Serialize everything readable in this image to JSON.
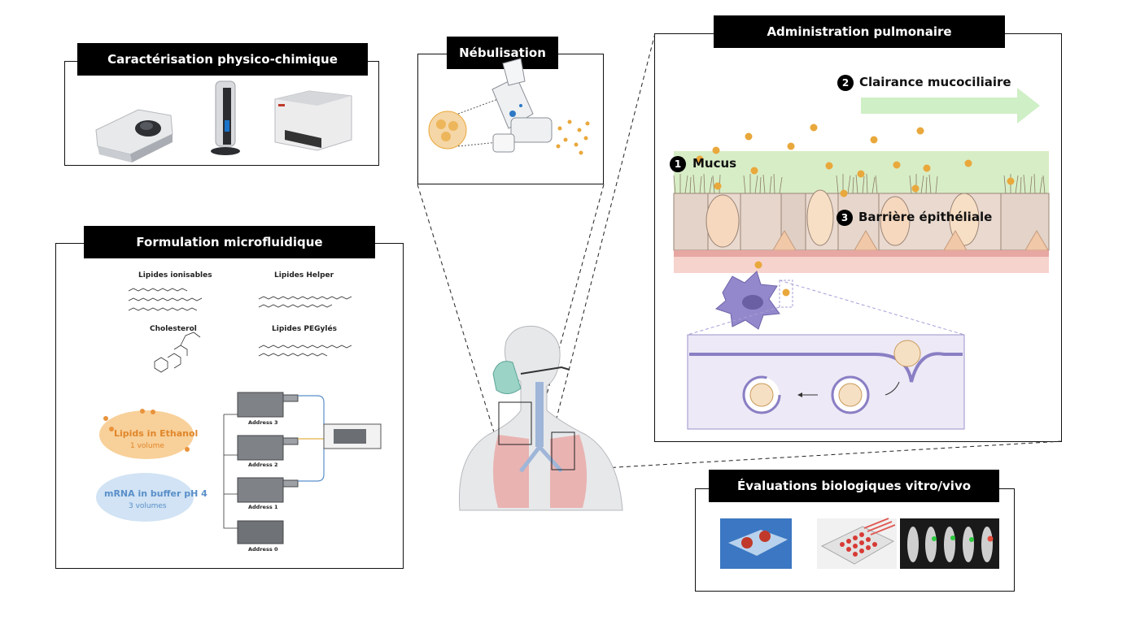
{
  "panels": {
    "physico": {
      "title": "Caractérisation physico-chimique"
    },
    "nebulisation": {
      "title": "Nébulisation"
    },
    "pulmonaire": {
      "title": "Administration pulmonaire",
      "step1_num": "1",
      "step1_label": "Mucus",
      "step2_num": "2",
      "step2_label": "Clairance mucociliaire",
      "step3_num": "3",
      "step3_label": "Barrière épithéliale"
    },
    "microfluidique": {
      "title": "Formulation microfluidique",
      "lipid_labels": [
        "Lipides ionisables",
        "Lipides Helper",
        "Cholesterol",
        "Lipides PEGylés"
      ],
      "lipids_phase": "Lipids in Ethanol",
      "lipids_volume": "1 volume",
      "mrna_phase": "mRNA in buffer pH 4",
      "mrna_volume": "3 volumes",
      "pumps": [
        "Address 3",
        "Address 2",
        "Address 1",
        "Address 0"
      ]
    },
    "evaluations": {
      "title": "Évaluations biologiques vitro/vivo"
    }
  },
  "colors": {
    "particle": "#E9A83C",
    "mucus": "#C9E8B5",
    "epithelium": "#F6D9C8",
    "macrophage": "#8F83C8",
    "ethanol_blob": "#F7CB8E",
    "buffer_blob": "#CCE0F3",
    "arrow": "#CFEFC6"
  }
}
